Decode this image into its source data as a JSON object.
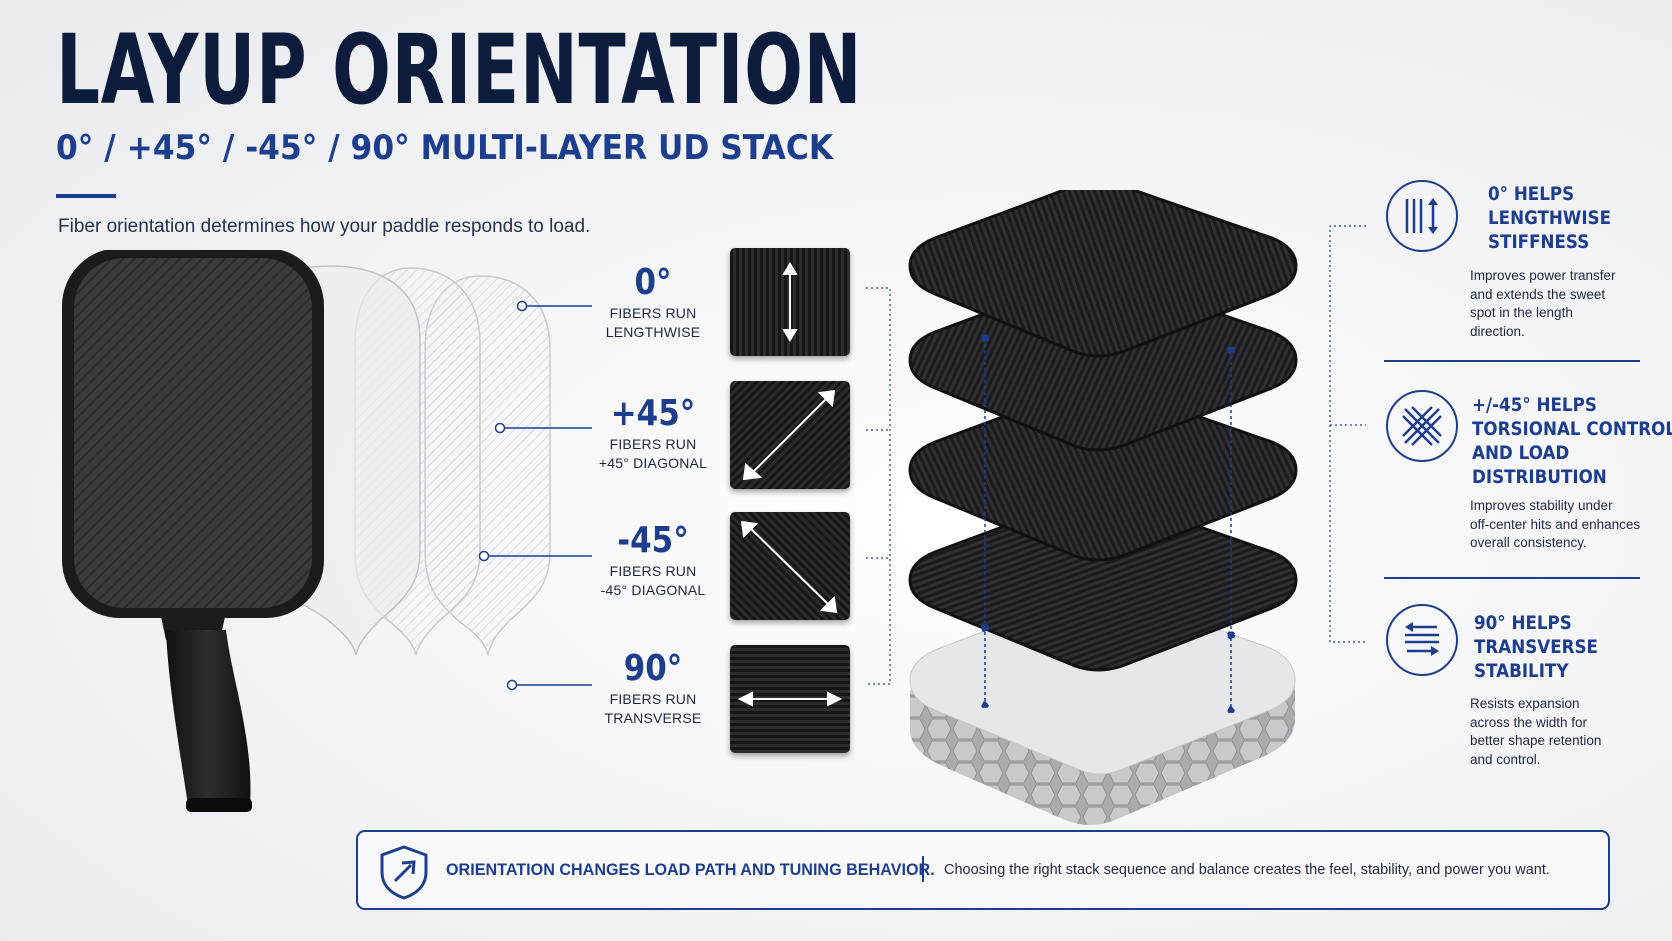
{
  "header": {
    "title": "LAYUP ORIENTATION",
    "subtitle": "0° / +45° / -45° / 90° MULTI-LAYER UD STACK",
    "intro": "Fiber orientation determines how your paddle responds to load."
  },
  "orientations": [
    {
      "angle": "0°",
      "line1": "FIBERS RUN",
      "line2": "LENGTHWISE"
    },
    {
      "angle": "+45°",
      "line1": "FIBERS RUN",
      "line2": "+45° DIAGONAL"
    },
    {
      "angle": "-45°",
      "line1": "FIBERS RUN",
      "line2": "-45° DIAGONAL"
    },
    {
      "angle": "90°",
      "line1": "FIBERS RUN",
      "line2": "TRANSVERSE"
    }
  ],
  "callouts": [
    {
      "icon": "vertical-fibers-arrow-icon",
      "title_lines": [
        "0° HELPS",
        "LENGTHWISE",
        "STIFFNESS"
      ],
      "body_lines": [
        "Improves power transfer",
        "and extends the sweet",
        "spot in the length",
        "direction."
      ]
    },
    {
      "icon": "crossed-fibers-icon",
      "title_lines": [
        "+/-45° HELPS",
        "TORSIONAL CONTROL",
        "AND LOAD",
        "DISTRIBUTION"
      ],
      "body_lines": [
        "Improves stability under",
        "off-center hits and enhances",
        "overall consistency."
      ]
    },
    {
      "icon": "horizontal-fibers-arrow-icon",
      "title_lines": [
        "90° HELPS",
        "TRANSVERSE",
        "STABILITY"
      ],
      "body_lines": [
        "Resists expansion",
        "across the width for",
        "better shape retention",
        "and control."
      ]
    }
  ],
  "banner": {
    "icon": "shield-arrow-icon",
    "headline": "ORIENTATION CHANGES LOAD PATH AND TUNING BEHAVIOR.",
    "text": "Choosing the right stack sequence and balance creates the feel, stability, and power you want."
  },
  "colors": {
    "navy": "#0d1b3d",
    "accent_blue": "#1d3d8f",
    "carbon": "#2a2a2c",
    "background": "#f3f4f6"
  }
}
